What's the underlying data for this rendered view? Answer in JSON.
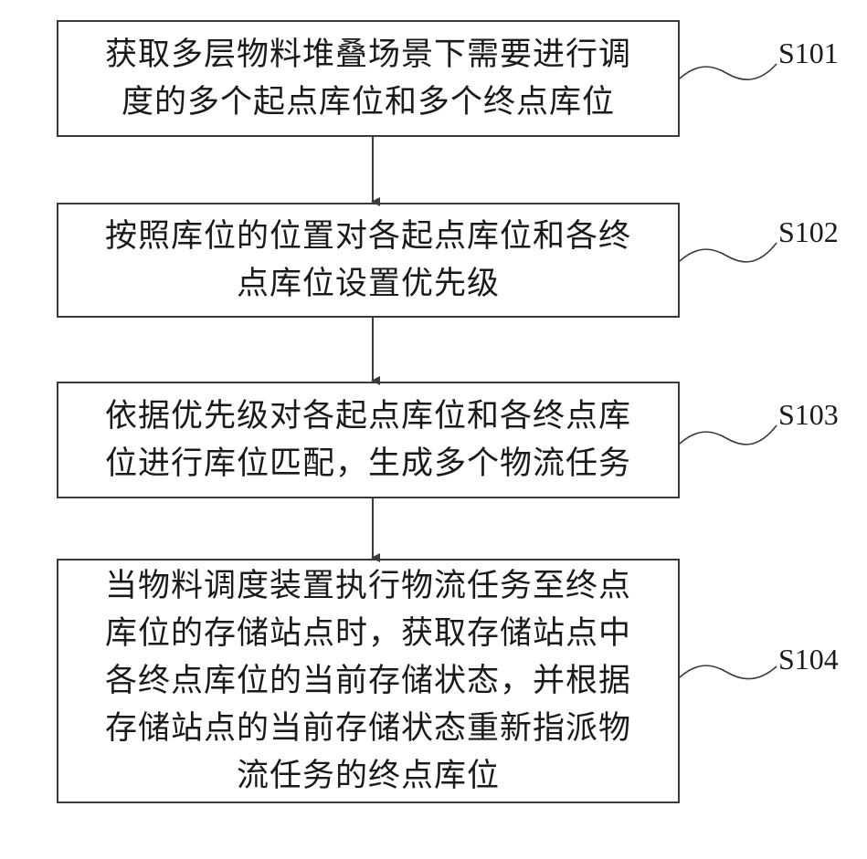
{
  "steps": [
    {
      "id": "S101",
      "label": "S101",
      "text": "获取多层物料堆叠场景下需要进行调\n度的多个起点库位和多个终点库位"
    },
    {
      "id": "S102",
      "label": "S102",
      "text": "按照库位的位置对各起点库位和各终\n点库位设置优先级"
    },
    {
      "id": "S103",
      "label": "S103",
      "text": "依据优先级对各起点库位和各终点库\n位进行库位匹配，生成多个物流任务"
    },
    {
      "id": "S104",
      "label": "S104",
      "text": "当物料调度装置执行物流任务至终点\n库位的存储站点时，获取存储站点中\n各终点库位的当前存储状态，并根据\n存储站点的当前存储状态重新指派物\n流任务的终点库位"
    }
  ],
  "colors": {
    "stroke": "#3a3a3a",
    "text": "#1a1a1a",
    "background": "#ffffff"
  }
}
